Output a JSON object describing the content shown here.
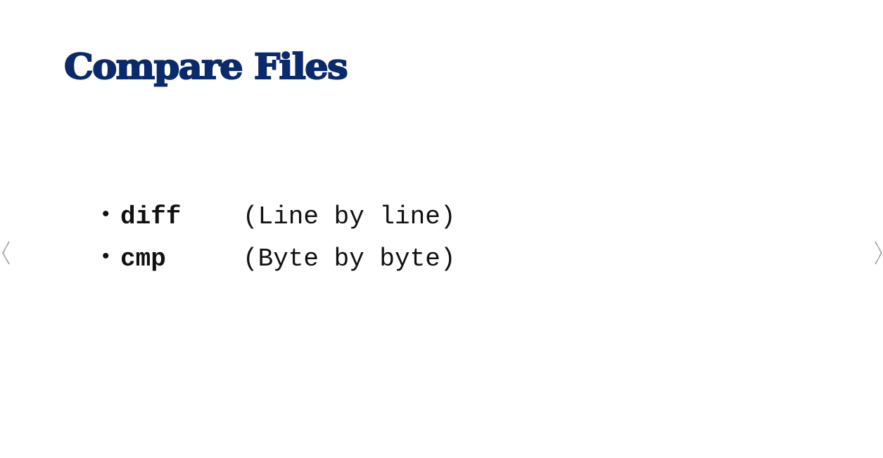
{
  "slide": {
    "title": "Compare Files",
    "bullets": [
      {
        "command": "diff",
        "description": "(Line by line)"
      },
      {
        "command": "cmp",
        "description": "(Byte by byte)"
      }
    ]
  },
  "navigation": {
    "prev_icon": "chevron-left-icon",
    "next_icon": "chevron-right-icon",
    "arrow_color": "#9a9a9a"
  },
  "colors": {
    "title": "#0a2a6b",
    "text": "#111111",
    "background": "#ffffff"
  }
}
